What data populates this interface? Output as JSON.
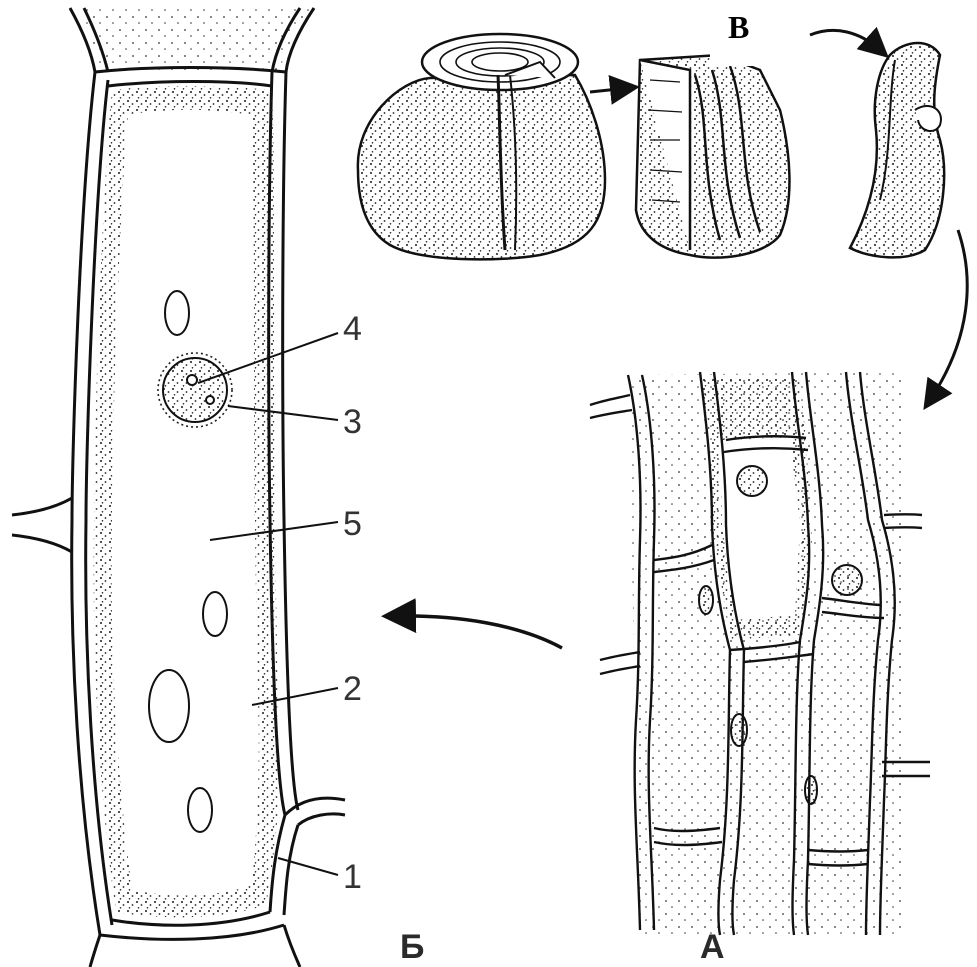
{
  "figure": {
    "panel_labels": {
      "a": "А",
      "b": "Б",
      "v": "В"
    },
    "part_labels": [
      "1",
      "2",
      "3",
      "4",
      "5"
    ]
  }
}
